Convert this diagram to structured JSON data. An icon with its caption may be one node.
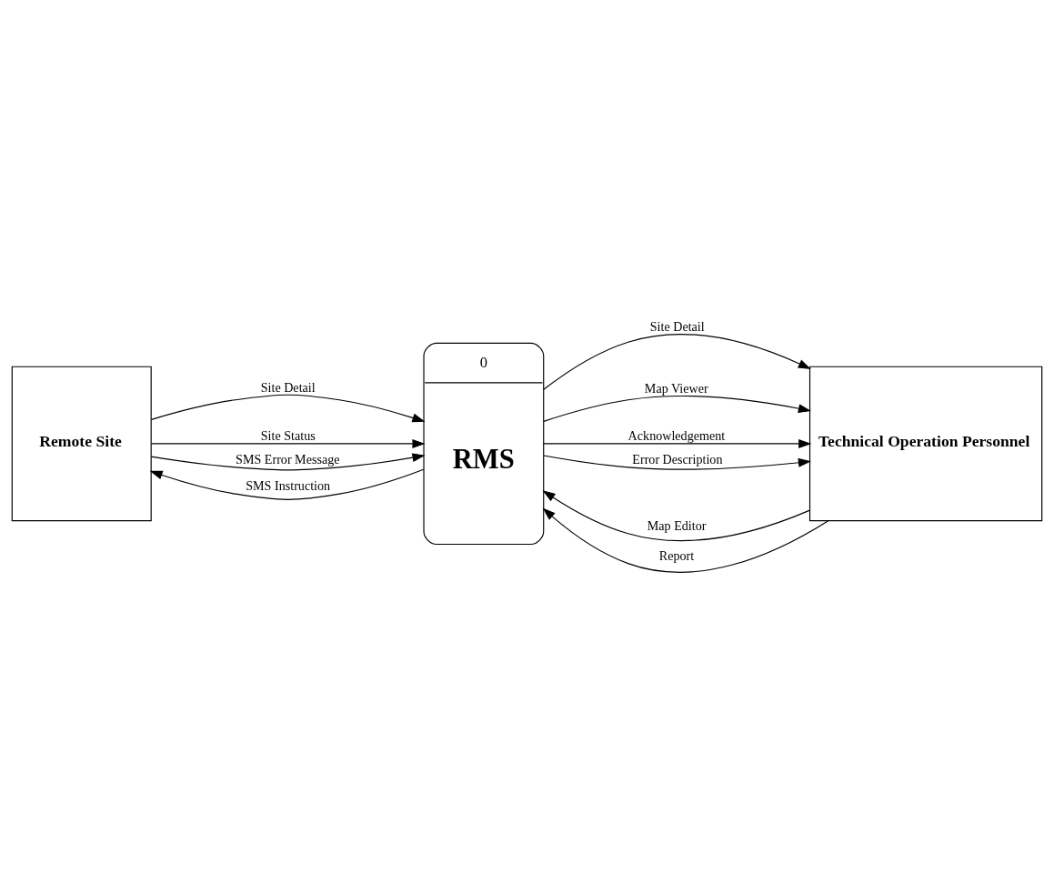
{
  "diagram": {
    "nodes": [
      {
        "text": [
          "Remote Site"
        ]
      },
      {
        "text": [
          "0",
          "RMS"
        ]
      },
      {
        "text": [
          "Technical Operation Personnel"
        ]
      }
    ],
    "edges": [
      {
        "from": 0,
        "to": 1,
        "arrow": "to",
        "label": "Site Detail"
      },
      {
        "from": 0,
        "to": 1,
        "arrow": "to",
        "label": "Site Status"
      },
      {
        "from": 0,
        "to": 1,
        "arrow": "to",
        "label": "SMS Error Message"
      },
      {
        "from": 2,
        "to": 1,
        "arrow": "to",
        "label": "Map Editor"
      },
      {
        "from": 2,
        "to": 1,
        "arrow": "to",
        "label": "Report"
      },
      {
        "from": 1,
        "to": 2,
        "arrow": "to",
        "label": "Site Detail"
      },
      {
        "from": 1,
        "to": 2,
        "arrow": "to",
        "label": "Map Viewer"
      },
      {
        "from": 1,
        "to": 2,
        "arrow": "to",
        "label": "Acknowledgement"
      },
      {
        "from": 1,
        "to": 2,
        "arrow": "to",
        "label": "Error Description"
      },
      {
        "from": 1,
        "to": 0,
        "arrow": "to",
        "label": "SMS Instruction"
      }
    ]
  }
}
